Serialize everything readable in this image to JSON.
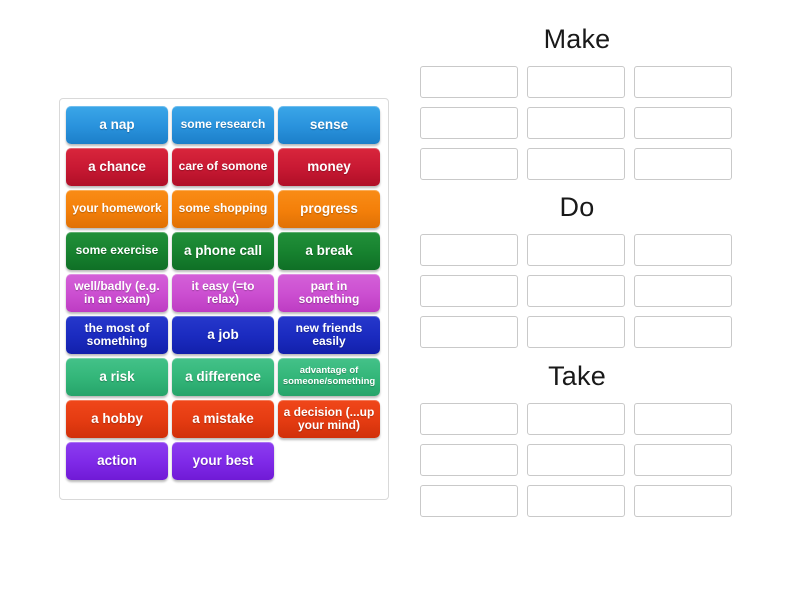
{
  "activity": {
    "type": "group-sort",
    "instruction_visible": false
  },
  "tile_bank": {
    "name": "word-tile-bank",
    "columns": 3,
    "rows": 9,
    "tiles": [
      {
        "label": "a nap",
        "color_name": "blue",
        "color": "#2a93dd",
        "size": "normal"
      },
      {
        "label": "some research",
        "color_name": "blue",
        "color": "#2a93dd",
        "size": "med"
      },
      {
        "label": "sense",
        "color_name": "blue",
        "color": "#2a93dd",
        "size": "normal"
      },
      {
        "label": "a chance",
        "color_name": "red",
        "color": "#c81933",
        "size": "normal"
      },
      {
        "label": "care of somone",
        "color_name": "red",
        "color": "#c81933",
        "size": "med"
      },
      {
        "label": "money",
        "color_name": "red",
        "color": "#c81933",
        "size": "normal"
      },
      {
        "label": "your homework",
        "color_name": "orange",
        "color": "#f4800a",
        "size": "med"
      },
      {
        "label": "some shopping",
        "color_name": "orange",
        "color": "#f4800a",
        "size": "med"
      },
      {
        "label": "progress",
        "color_name": "orange",
        "color": "#f4800a",
        "size": "normal"
      },
      {
        "label": "some exercise",
        "color_name": "green",
        "color": "#17822f",
        "size": "med"
      },
      {
        "label": "a phone call",
        "color_name": "green",
        "color": "#17822f",
        "size": "normal"
      },
      {
        "label": "a break",
        "color_name": "green",
        "color": "#17822f",
        "size": "normal"
      },
      {
        "label": "well/badly (e.g. in an exam)",
        "color_name": "magenta",
        "color": "#cc4fd1",
        "size": "med"
      },
      {
        "label": "it easy (=to relax)",
        "color_name": "magenta",
        "color": "#cc4fd1",
        "size": "med"
      },
      {
        "label": "part in something",
        "color_name": "magenta",
        "color": "#cc4fd1",
        "size": "med"
      },
      {
        "label": "the most of something",
        "color_name": "navy",
        "color": "#1b2bc0",
        "size": "med"
      },
      {
        "label": "a job",
        "color_name": "navy",
        "color": "#1b2bc0",
        "size": "normal"
      },
      {
        "label": "new friends easily",
        "color_name": "navy",
        "color": "#1b2bc0",
        "size": "med"
      },
      {
        "label": "a risk",
        "color_name": "seagreen",
        "color": "#33b679",
        "size": "normal"
      },
      {
        "label": "a difference",
        "color_name": "seagreen",
        "color": "#33b679",
        "size": "normal"
      },
      {
        "label": "advantage of someone/something",
        "color_name": "seagreen",
        "color": "#33b679",
        "size": "small"
      },
      {
        "label": "a hobby",
        "color_name": "orangered",
        "color": "#e53c12",
        "size": "normal"
      },
      {
        "label": "a mistake",
        "color_name": "orangered",
        "color": "#e53c12",
        "size": "normal"
      },
      {
        "label": "a decision (...up your mind)",
        "color_name": "orangered",
        "color": "#e53c12",
        "size": "med"
      },
      {
        "label": "action",
        "color_name": "purple",
        "color": "#7f2ae8",
        "size": "normal"
      },
      {
        "label": "your best",
        "color_name": "purple",
        "color": "#7f2ae8",
        "size": "normal"
      }
    ]
  },
  "zones": [
    {
      "title": "Make",
      "slots": [
        "",
        "",
        "",
        "",
        "",
        "",
        "",
        "",
        ""
      ]
    },
    {
      "title": "Do",
      "slots": [
        "",
        "",
        "",
        "",
        "",
        "",
        "",
        "",
        ""
      ]
    },
    {
      "title": "Take",
      "slots": [
        "",
        "",
        "",
        "",
        "",
        "",
        "",
        "",
        ""
      ]
    }
  ],
  "colors": {
    "page_background": "#ffffff",
    "bank_border": "#d9d9d9",
    "slot_border": "#c9c9c9",
    "heading_text": "#191919",
    "tile_text": "#ffffff"
  }
}
